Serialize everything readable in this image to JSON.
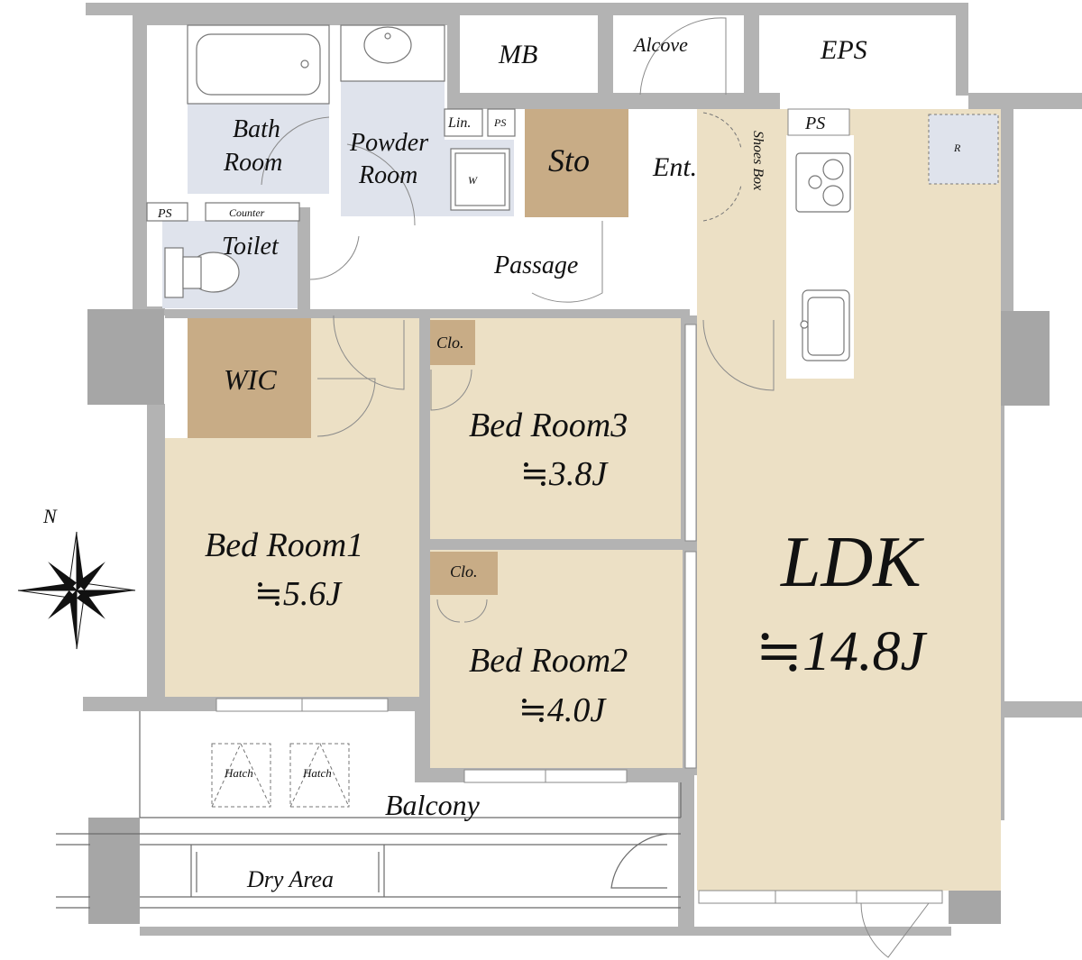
{
  "rooms": {
    "mb": "MB",
    "alcove": "Alcove",
    "eps": "EPS",
    "bath": [
      "Bath",
      "Room"
    ],
    "powder": [
      "Powder",
      "Room"
    ],
    "lin": "Lin.",
    "ps": "PS",
    "w": "W",
    "sto": "Sto",
    "ent": "Ent.",
    "shoes_box": "Shoes Box",
    "r": "R",
    "counter": "Counter",
    "toilet": "Toilet",
    "passage": "Passage",
    "wic": "WIC",
    "clo": "Clo.",
    "bed3": {
      "name": "Bed Room3",
      "area": "≒3.8J"
    },
    "bed1": {
      "name": "Bed Room1",
      "area": "≒5.6J"
    },
    "bed2": {
      "name": "Bed Room2",
      "area": "≒4.0J"
    },
    "ldk": {
      "name": "LDK",
      "area": "≒14.8J"
    },
    "hatch": "Hatch",
    "balcony": "Balcony",
    "dry_area": "Dry Area"
  },
  "compass": {
    "north": "N"
  },
  "colors": {
    "bedroom_fill": "#ece0c5",
    "storage_fill": "#c8ac86",
    "wet_area_fill": "#dfe3ec",
    "wall": "#b3b3b3"
  }
}
